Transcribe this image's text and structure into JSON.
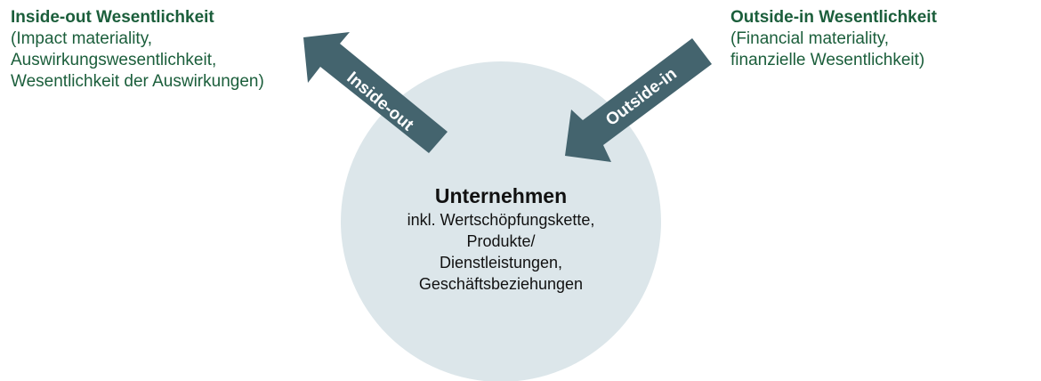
{
  "left": {
    "title": "Inside-out Wesentlichkeit",
    "lines": [
      "(Impact materiality,",
      "Auswirkungswesentlichkeit,",
      "Wesentlichkeit der Auswirkungen)"
    ]
  },
  "right": {
    "title": "Outside-in Wesentlichkeit",
    "lines": [
      "(Financial materiality,",
      "finanzielle Wesentlichkeit)"
    ]
  },
  "center": {
    "title": "Unternehmen",
    "lines": [
      "inkl. Wertschöpfungskette,",
      "Produkte/",
      "Dienstleistungen,",
      "Geschäftsbeziehungen"
    ]
  },
  "arrows": {
    "inside_out": "Inside-out",
    "outside_in": "Outside-in"
  },
  "colors": {
    "green": "#1b5e3b",
    "arrow": "#44646e",
    "circle": "#dce6ea"
  }
}
